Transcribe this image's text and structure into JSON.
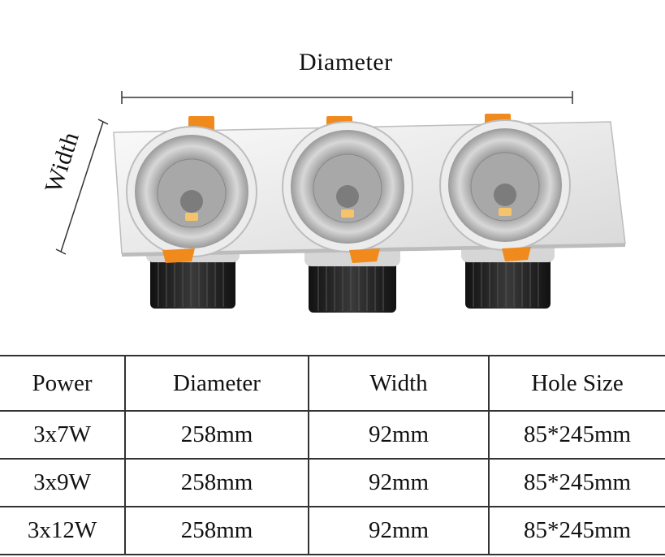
{
  "figure": {
    "diameter_label": "Diameter",
    "width_label": "Width",
    "colors": {
      "housing": "#f2f2f2",
      "heatsink": "#1c1c1c",
      "clip": "#f08a1c",
      "chip": "#f5c36b"
    }
  },
  "table": {
    "headers": [
      "Power",
      "Diameter",
      "Width",
      "Hole Size"
    ],
    "rows": [
      [
        "3x7W",
        "258mm",
        "92mm",
        "85*245mm"
      ],
      [
        "3x9W",
        "258mm",
        "92mm",
        "85*245mm"
      ],
      [
        "3x12W",
        "258mm",
        "92mm",
        "85*245mm"
      ]
    ]
  }
}
